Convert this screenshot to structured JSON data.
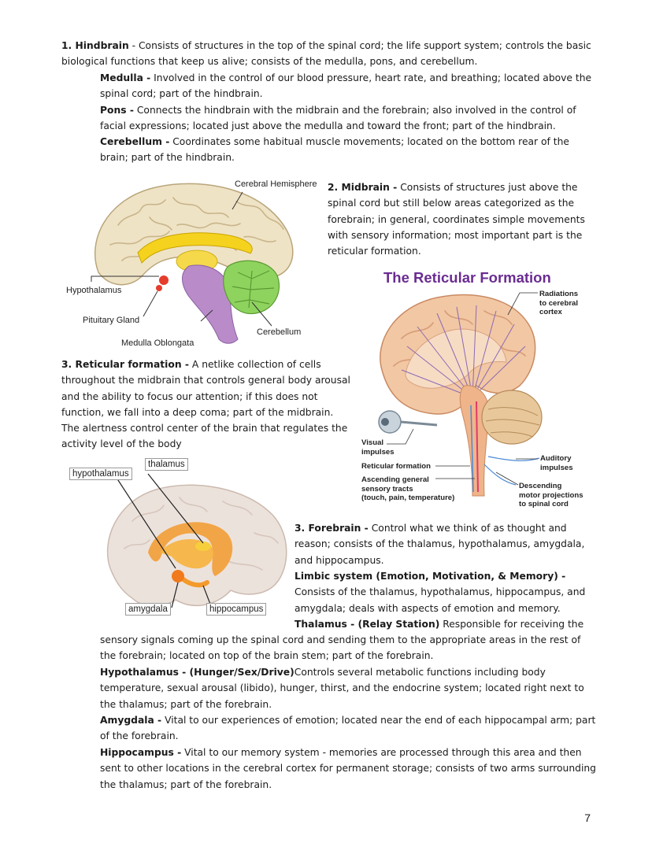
{
  "sections": {
    "hindbrain": {
      "title": "1. Hindbrain",
      "text": " - Consists of structures in the top of the spinal cord; the life support system; controls the basic biological functions that keep us alive; consists of the medulla, pons, and cerebellum."
    },
    "medulla": {
      "title": "Medulla -",
      "text": " Involved in the control of our blood pressure, heart rate, and breathing; located above the spinal cord; part of the hindbrain."
    },
    "pons": {
      "title": "Pons -",
      "text": " Connects the hindbrain with the midbrain and the forebrain; also involved in the control of facial expressions; located just above the medulla and toward the front; part of the hindbrain."
    },
    "cerebellum": {
      "title": "Cerebellum -",
      "text": " Coordinates some habitual muscle movements; located on the bottom rear of the brain; part of the hindbrain."
    },
    "midbrain": {
      "title": "2. Midbrain -",
      "text": " Consists of structures just above the spinal cord but still below areas categorized as the forebrain; in general, coordinates simple movements with sensory information; most important part is the reticular formation."
    },
    "reticular": {
      "title": "3. Reticular formation -",
      "text": " A netlike collection of cells throughout the midbrain that controls general body arousal and the ability to focus our attention; if this does not function, we fall into a deep coma; part of the midbrain. The alertness control center of the brain that regulates the activity level of the body"
    },
    "forebrain": {
      "title": "3. Forebrain -",
      "text": " Control what we think of as thought and reason; consists of the thalamus, hypothalamus, amygdala, and hippocampus."
    },
    "limbic": {
      "title": "Limbic system (Emotion, Motivation, & Memory) -",
      "text": " Consists of the thalamus, hypothalamus, hippocampus, and amygdala; deals with aspects of emotion and memory."
    },
    "thalamus": {
      "title": "Thalamus - (Relay Station)",
      "text_a": " Responsible for receiving the",
      "text_b": "sensory signals coming up the spinal cord and sending them to the appropriate areas in the rest of the forebrain; located on top of the brain stem; part of the forebrain."
    },
    "hypothalamus": {
      "title": "Hypothalamus - (Hunger/Sex/Drive)",
      "text": "Controls several metabolic functions including body temperature, sexual arousal (libido), hunger, thirst, and the endocrine system; located right next to the thalamus; part of the forebrain."
    },
    "amygdala": {
      "title": "Amygdala -",
      "text": " Vital to our experiences of emotion; located near the end of each hippocampal arm; part of the forebrain."
    },
    "hippocampus": {
      "title": "Hippocampus -",
      "text": " Vital to our memory system - memories are processed through this area and then sent to other locations in the cerebral cortex for permanent storage; consists of two arms surrounding the thalamus; part of the forebrain."
    }
  },
  "figure1": {
    "labels": {
      "cerebral_hemisphere": "Cerebral Hemisphere",
      "hypothalamus": "Hypothalamus",
      "pituitary": "Pituitary Gland",
      "medulla": "Medulla Oblongata",
      "cerebellum": "Cerebellum"
    },
    "colors": {
      "cortex": "#efe3c6",
      "corpus": "#f5d21e",
      "brainstem": "#b98cc9",
      "cerebellum": "#8fd35f",
      "hypothalamus": "#e53c2c"
    }
  },
  "figure2": {
    "title": "The Reticular Formation",
    "title_color": "#6a2c91",
    "labels": {
      "radiations": "Radiations\nto cerebral\ncortex",
      "visual": "Visual\nimpulses",
      "reticular": "Reticular formation",
      "ascending": "Ascending general\nsensory tracts\n(touch, pain, temperature)",
      "auditory": "Auditory\nimpulses",
      "descending": "Descending\nmotor projections\nto spinal cord"
    }
  },
  "figure3": {
    "labels": {
      "hypothalamus": "hypothalamus",
      "thalamus": "thalamus",
      "amygdala": "amygdala",
      "hippocampus": "hippocampus"
    }
  },
  "page_number": "7"
}
